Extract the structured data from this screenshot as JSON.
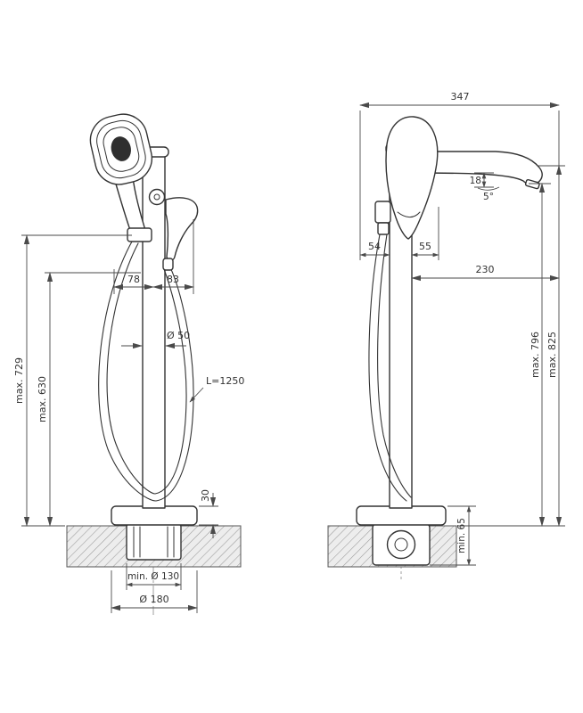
{
  "front": {
    "offset_left": "78",
    "offset_right": "83",
    "height_outer": "max. 729",
    "height_inner": "max. 630",
    "column_diameter": "Ø 50",
    "hose_length": "L=1250",
    "base_height": "30",
    "recess_diameter": "min. Ø 130",
    "base_diameter": "Ø 180"
  },
  "side": {
    "overall_depth": "347",
    "spout_drop": "18",
    "spout_angle": "5°",
    "offset_back": "54",
    "offset_front": "55",
    "spout_reach": "230",
    "height_spout": "max. 796",
    "height_overall": "max. 825",
    "floor_depth": "min. 65"
  }
}
